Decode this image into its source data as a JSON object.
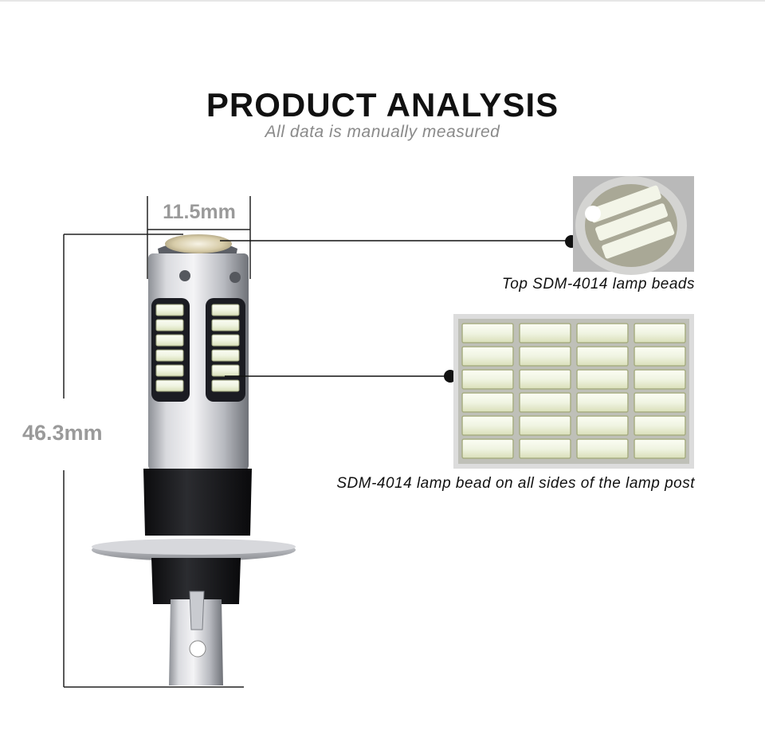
{
  "header": {
    "title": "PRODUCT ANALYSIS",
    "subtitle": "All data is manually measured"
  },
  "dimensions": {
    "width_label": "11.5mm",
    "height_label": "46.3mm"
  },
  "callouts": {
    "top_caption": "Top SDM-4014 lamp beads",
    "side_caption": "SDM-4014 lamp bead on all sides of the lamp post"
  },
  "colors": {
    "title": "#111111",
    "subtitle": "#8a8a8a",
    "dimension_text": "#9a9a9a",
    "led_white": "#f4f6f3",
    "led_edge": "#c9cfa0"
  }
}
